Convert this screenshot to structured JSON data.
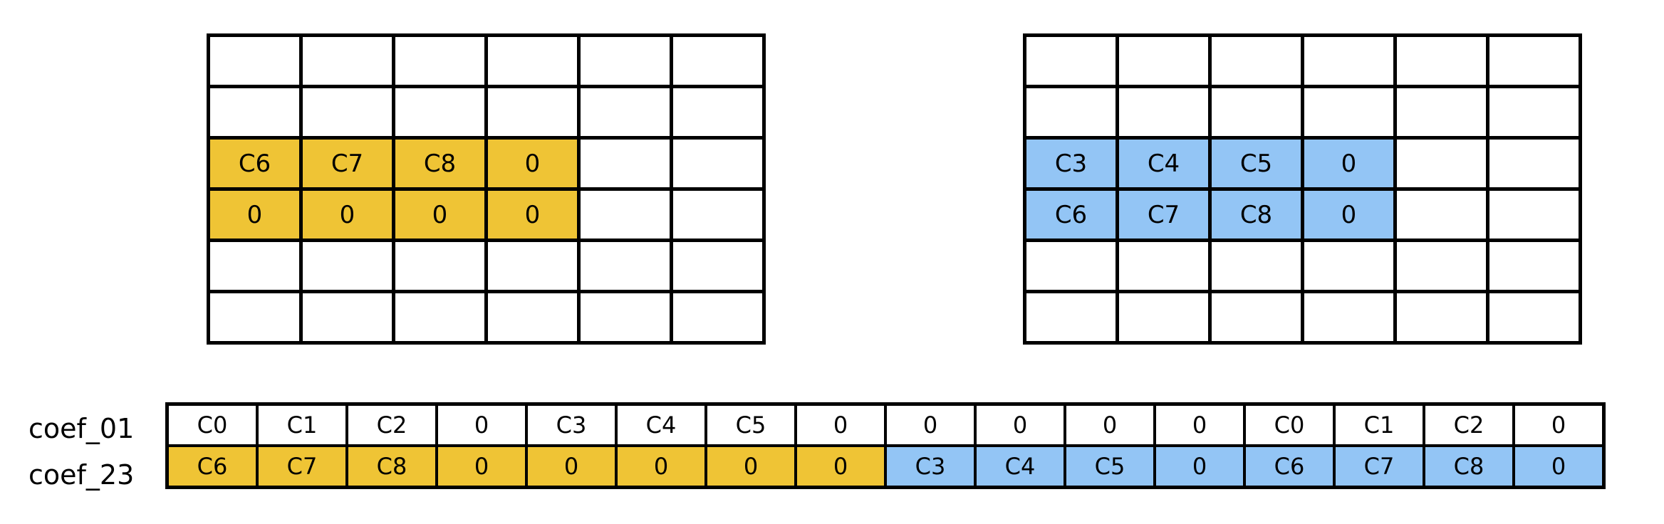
{
  "diagram": {
    "matrices": [
      {
        "name": "left-matrix",
        "accent_color": "#EFC435",
        "rows": 6,
        "cols": 6,
        "cells": [
          [
            {
              "text": "",
              "fill": "none"
            },
            {
              "text": "",
              "fill": "none"
            },
            {
              "text": "",
              "fill": "none"
            },
            {
              "text": "",
              "fill": "none"
            },
            {
              "text": "",
              "fill": "none"
            },
            {
              "text": "",
              "fill": "none"
            }
          ],
          [
            {
              "text": "",
              "fill": "none"
            },
            {
              "text": "",
              "fill": "none"
            },
            {
              "text": "",
              "fill": "none"
            },
            {
              "text": "",
              "fill": "none"
            },
            {
              "text": "",
              "fill": "none"
            },
            {
              "text": "",
              "fill": "none"
            }
          ],
          [
            {
              "text": "C6",
              "fill": "gold"
            },
            {
              "text": "C7",
              "fill": "gold"
            },
            {
              "text": "C8",
              "fill": "gold"
            },
            {
              "text": "0",
              "fill": "gold"
            },
            {
              "text": "",
              "fill": "none"
            },
            {
              "text": "",
              "fill": "none"
            }
          ],
          [
            {
              "text": "0",
              "fill": "gold"
            },
            {
              "text": "0",
              "fill": "gold"
            },
            {
              "text": "0",
              "fill": "gold"
            },
            {
              "text": "0",
              "fill": "gold"
            },
            {
              "text": "",
              "fill": "none"
            },
            {
              "text": "",
              "fill": "none"
            }
          ],
          [
            {
              "text": "",
              "fill": "none"
            },
            {
              "text": "",
              "fill": "none"
            },
            {
              "text": "",
              "fill": "none"
            },
            {
              "text": "",
              "fill": "none"
            },
            {
              "text": "",
              "fill": "none"
            },
            {
              "text": "",
              "fill": "none"
            }
          ],
          [
            {
              "text": "",
              "fill": "none"
            },
            {
              "text": "",
              "fill": "none"
            },
            {
              "text": "",
              "fill": "none"
            },
            {
              "text": "",
              "fill": "none"
            },
            {
              "text": "",
              "fill": "none"
            },
            {
              "text": "",
              "fill": "none"
            }
          ]
        ]
      },
      {
        "name": "right-matrix",
        "accent_color": "#93C5F5",
        "rows": 6,
        "cols": 6,
        "cells": [
          [
            {
              "text": "",
              "fill": "none"
            },
            {
              "text": "",
              "fill": "none"
            },
            {
              "text": "",
              "fill": "none"
            },
            {
              "text": "",
              "fill": "none"
            },
            {
              "text": "",
              "fill": "none"
            },
            {
              "text": "",
              "fill": "none"
            }
          ],
          [
            {
              "text": "",
              "fill": "none"
            },
            {
              "text": "",
              "fill": "none"
            },
            {
              "text": "",
              "fill": "none"
            },
            {
              "text": "",
              "fill": "none"
            },
            {
              "text": "",
              "fill": "none"
            },
            {
              "text": "",
              "fill": "none"
            }
          ],
          [
            {
              "text": "C3",
              "fill": "blue"
            },
            {
              "text": "C4",
              "fill": "blue"
            },
            {
              "text": "C5",
              "fill": "blue"
            },
            {
              "text": "0",
              "fill": "blue"
            },
            {
              "text": "",
              "fill": "none"
            },
            {
              "text": "",
              "fill": "none"
            }
          ],
          [
            {
              "text": "C6",
              "fill": "blue"
            },
            {
              "text": "C7",
              "fill": "blue"
            },
            {
              "text": "C8",
              "fill": "blue"
            },
            {
              "text": "0",
              "fill": "blue"
            },
            {
              "text": "",
              "fill": "none"
            },
            {
              "text": "",
              "fill": "none"
            }
          ],
          [
            {
              "text": "",
              "fill": "none"
            },
            {
              "text": "",
              "fill": "none"
            },
            {
              "text": "",
              "fill": "none"
            },
            {
              "text": "",
              "fill": "none"
            },
            {
              "text": "",
              "fill": "none"
            },
            {
              "text": "",
              "fill": "none"
            }
          ],
          [
            {
              "text": "",
              "fill": "none"
            },
            {
              "text": "",
              "fill": "none"
            },
            {
              "text": "",
              "fill": "none"
            },
            {
              "text": "",
              "fill": "none"
            },
            {
              "text": "",
              "fill": "none"
            },
            {
              "text": "",
              "fill": "none"
            }
          ]
        ]
      }
    ],
    "coef_rows": [
      {
        "label": "coef_01",
        "name": "coef-01-row",
        "cells": [
          {
            "text": "C0",
            "fill": "none"
          },
          {
            "text": "C1",
            "fill": "none"
          },
          {
            "text": "C2",
            "fill": "none"
          },
          {
            "text": "0",
            "fill": "none"
          },
          {
            "text": "C3",
            "fill": "none"
          },
          {
            "text": "C4",
            "fill": "none"
          },
          {
            "text": "C5",
            "fill": "none"
          },
          {
            "text": "0",
            "fill": "none"
          },
          {
            "text": "0",
            "fill": "none"
          },
          {
            "text": "0",
            "fill": "none"
          },
          {
            "text": "0",
            "fill": "none"
          },
          {
            "text": "0",
            "fill": "none"
          },
          {
            "text": "C0",
            "fill": "none"
          },
          {
            "text": "C1",
            "fill": "none"
          },
          {
            "text": "C2",
            "fill": "none"
          },
          {
            "text": "0",
            "fill": "none"
          }
        ]
      },
      {
        "label": "coef_23",
        "name": "coef-23-row",
        "cells": [
          {
            "text": "C6",
            "fill": "gold"
          },
          {
            "text": "C7",
            "fill": "gold"
          },
          {
            "text": "C8",
            "fill": "gold"
          },
          {
            "text": "0",
            "fill": "gold"
          },
          {
            "text": "0",
            "fill": "gold"
          },
          {
            "text": "0",
            "fill": "gold"
          },
          {
            "text": "0",
            "fill": "gold"
          },
          {
            "text": "0",
            "fill": "gold"
          },
          {
            "text": "C3",
            "fill": "blue"
          },
          {
            "text": "C4",
            "fill": "blue"
          },
          {
            "text": "C5",
            "fill": "blue"
          },
          {
            "text": "0",
            "fill": "blue"
          },
          {
            "text": "C6",
            "fill": "blue"
          },
          {
            "text": "C7",
            "fill": "blue"
          },
          {
            "text": "C8",
            "fill": "blue"
          },
          {
            "text": "0",
            "fill": "blue"
          }
        ]
      }
    ],
    "colors": {
      "gold": "#EFC435",
      "blue": "#93C5F5",
      "stroke": "#000000",
      "background": "#FFFFFF"
    }
  }
}
